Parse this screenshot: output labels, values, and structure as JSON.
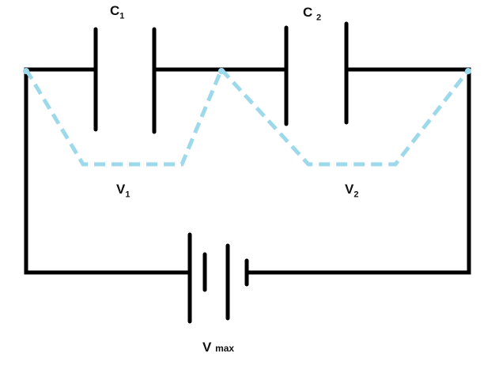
{
  "labels": {
    "c1": {
      "main": "C",
      "sub": "1"
    },
    "c2": {
      "main": "C",
      "sub": "2"
    },
    "v1": {
      "main": "V",
      "sub": "1"
    },
    "v2": {
      "main": "V",
      "sub": "2"
    },
    "vmax": {
      "main": "V",
      "sub": "max"
    }
  },
  "colors": {
    "wire": "#000000",
    "voltage_path": "#9dd9ea"
  }
}
